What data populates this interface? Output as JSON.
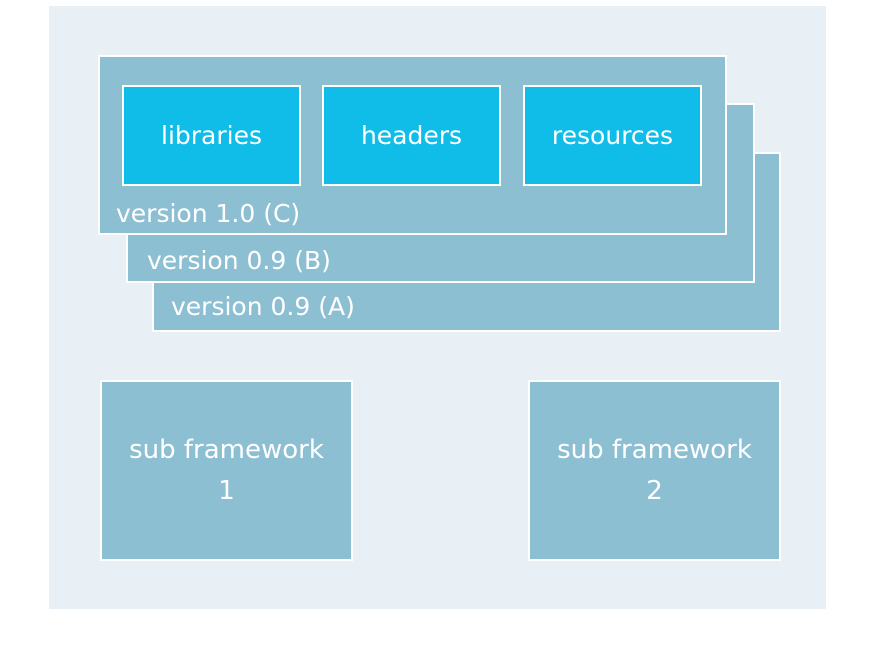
{
  "framework": {
    "versions": [
      {
        "label": "version 0.9 (A)"
      },
      {
        "label": "version 0.9 (B)"
      },
      {
        "label": "version 1.0 (C)"
      }
    ],
    "components": [
      {
        "label": "libraries"
      },
      {
        "label": "headers"
      },
      {
        "label": "resources"
      }
    ],
    "sub_frameworks": [
      {
        "line1": "sub framework",
        "line2": "1"
      },
      {
        "line1": "sub framework",
        "line2": "2"
      }
    ]
  },
  "colors": {
    "background": "#e8eff5",
    "version_fill": "#8dbfd3",
    "component_fill": "#10bde8",
    "text": "#ffffff"
  }
}
